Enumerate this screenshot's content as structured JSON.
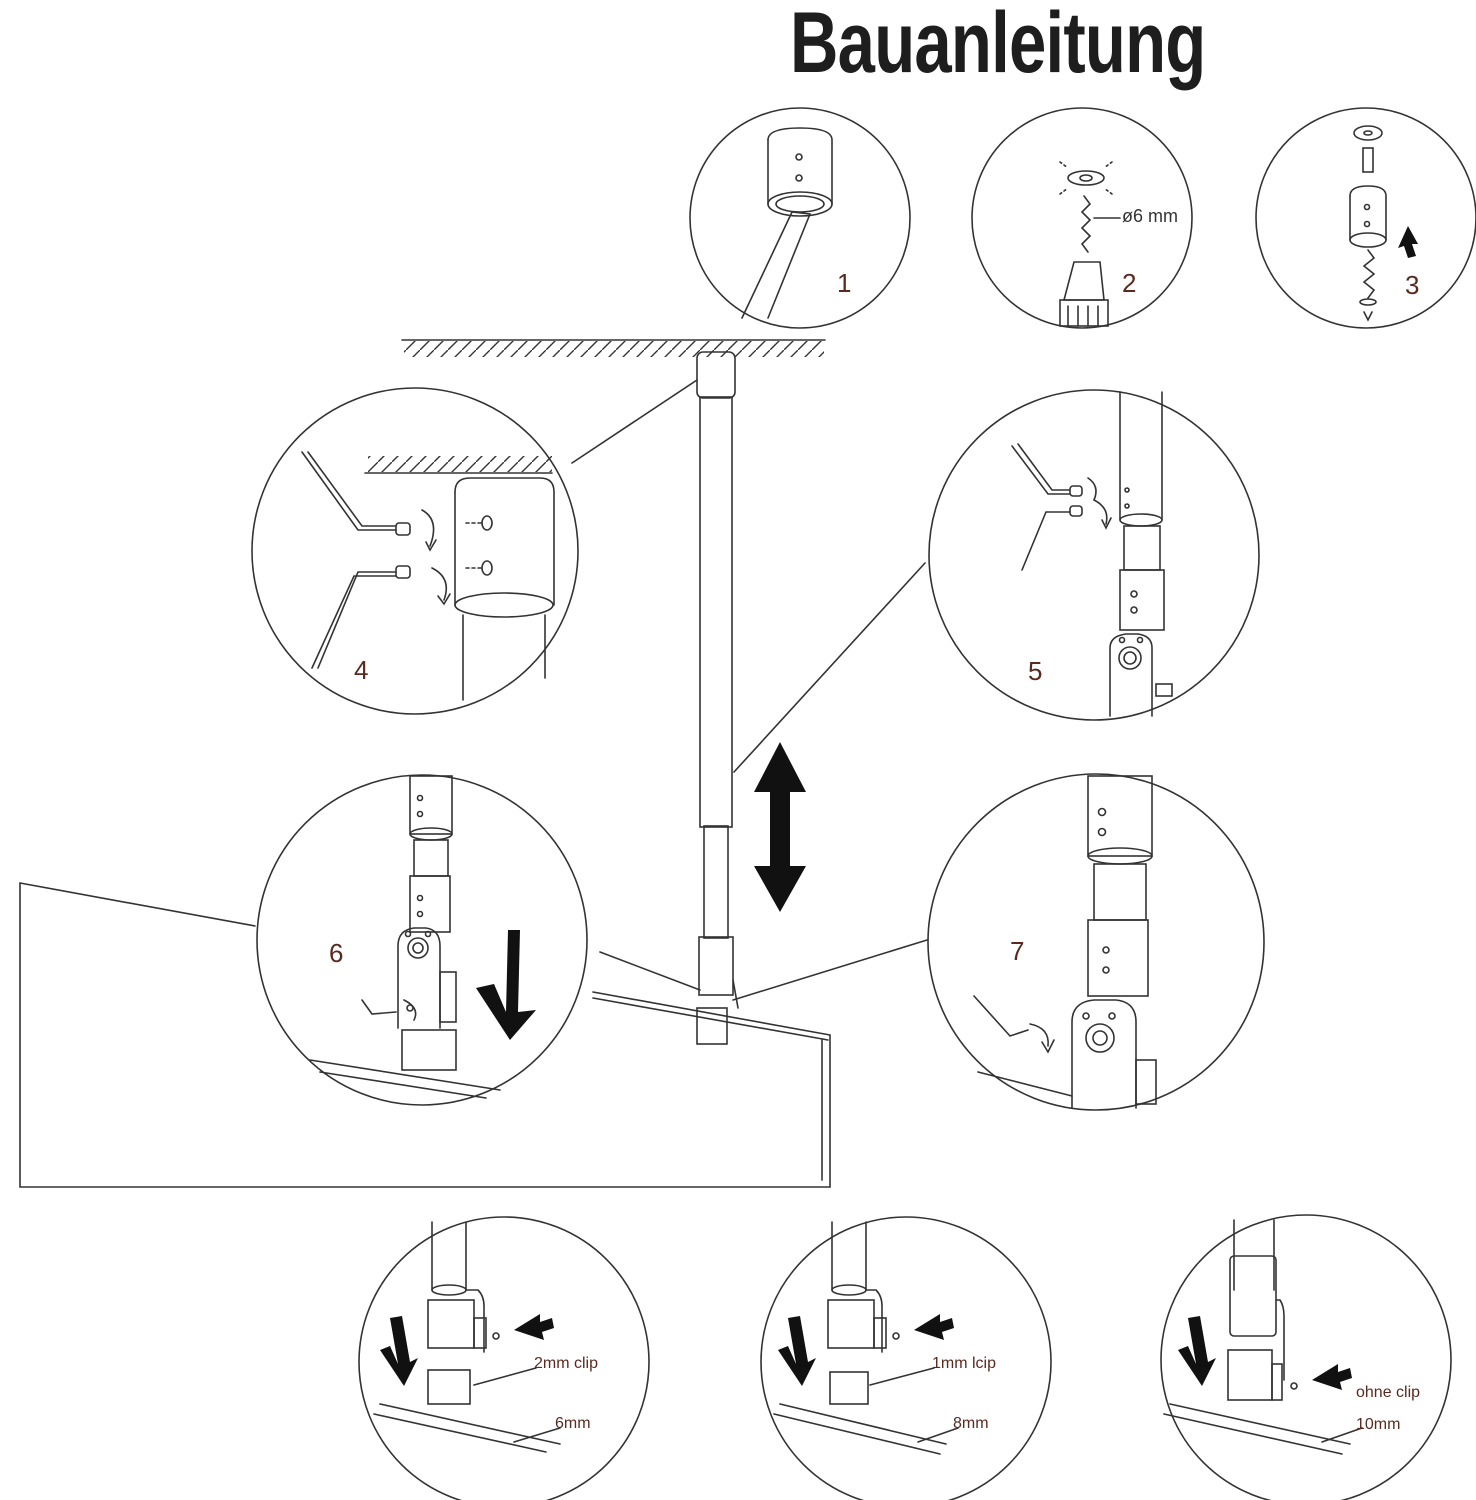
{
  "title": "Bauanleitung",
  "steps": [
    "1",
    "2",
    "3",
    "4",
    "5",
    "6",
    "7"
  ],
  "drill_label": "ø6 mm",
  "variants": [
    {
      "clip": "2mm clip",
      "glass": "6mm"
    },
    {
      "clip": "1mm lcip",
      "glass": "8mm"
    },
    {
      "clip": "ohne clip",
      "glass": "10mm"
    }
  ]
}
